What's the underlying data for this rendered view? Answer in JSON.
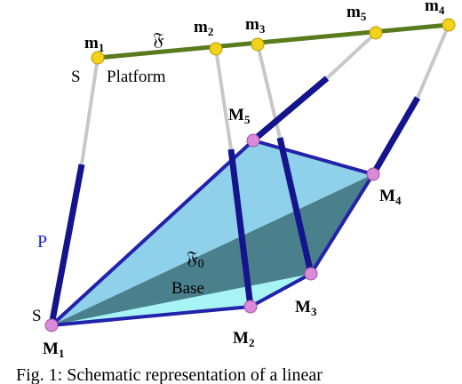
{
  "diagram": {
    "platform_frame_symbol": "𝔉",
    "base_frame_symbol": "𝔉",
    "base_frame_subscript": "0",
    "platform_label": "Platform",
    "base_label": "Base",
    "leg_label": "P",
    "joint_label_top": "S",
    "joint_label_bottom": "S",
    "platform_points": [
      {
        "base": "m",
        "sub": "1"
      },
      {
        "base": "m",
        "sub": "2"
      },
      {
        "base": "m",
        "sub": "3"
      },
      {
        "base": "m",
        "sub": "5"
      },
      {
        "base": "m",
        "sub": "4"
      }
    ],
    "base_points": [
      {
        "base": "M",
        "sub": "1"
      },
      {
        "base": "M",
        "sub": "2"
      },
      {
        "base": "M",
        "sub": "3"
      },
      {
        "base": "M",
        "sub": "4"
      },
      {
        "base": "M",
        "sub": "5"
      }
    ],
    "caption": "Fig. 1: Schematic representation of a linear"
  },
  "colors": {
    "platform_bar": "#5a7a1e",
    "platform_joint": "#f2d21b",
    "base_joint": "#d98ad9",
    "leg_actuator": "#14148c",
    "leg_rod": "#c8c8c8",
    "base_edge": "#2222aa",
    "base_fill_light": "#8fd0ea",
    "base_fill_dark": "#4a7f8c",
    "base_fill_cyan": "#a8f4f4",
    "label_blue": "#1a1adb"
  }
}
